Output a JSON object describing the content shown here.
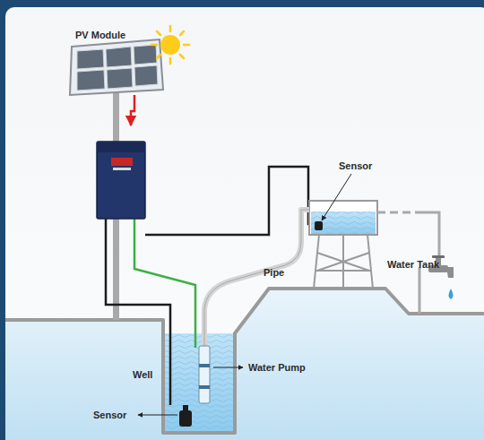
{
  "diagram": {
    "labels": [
      "PV Module",
      "Sensor",
      "Pipe",
      "Water Tank",
      "Water Pump",
      "Well",
      "Sensor"
    ]
  }
}
